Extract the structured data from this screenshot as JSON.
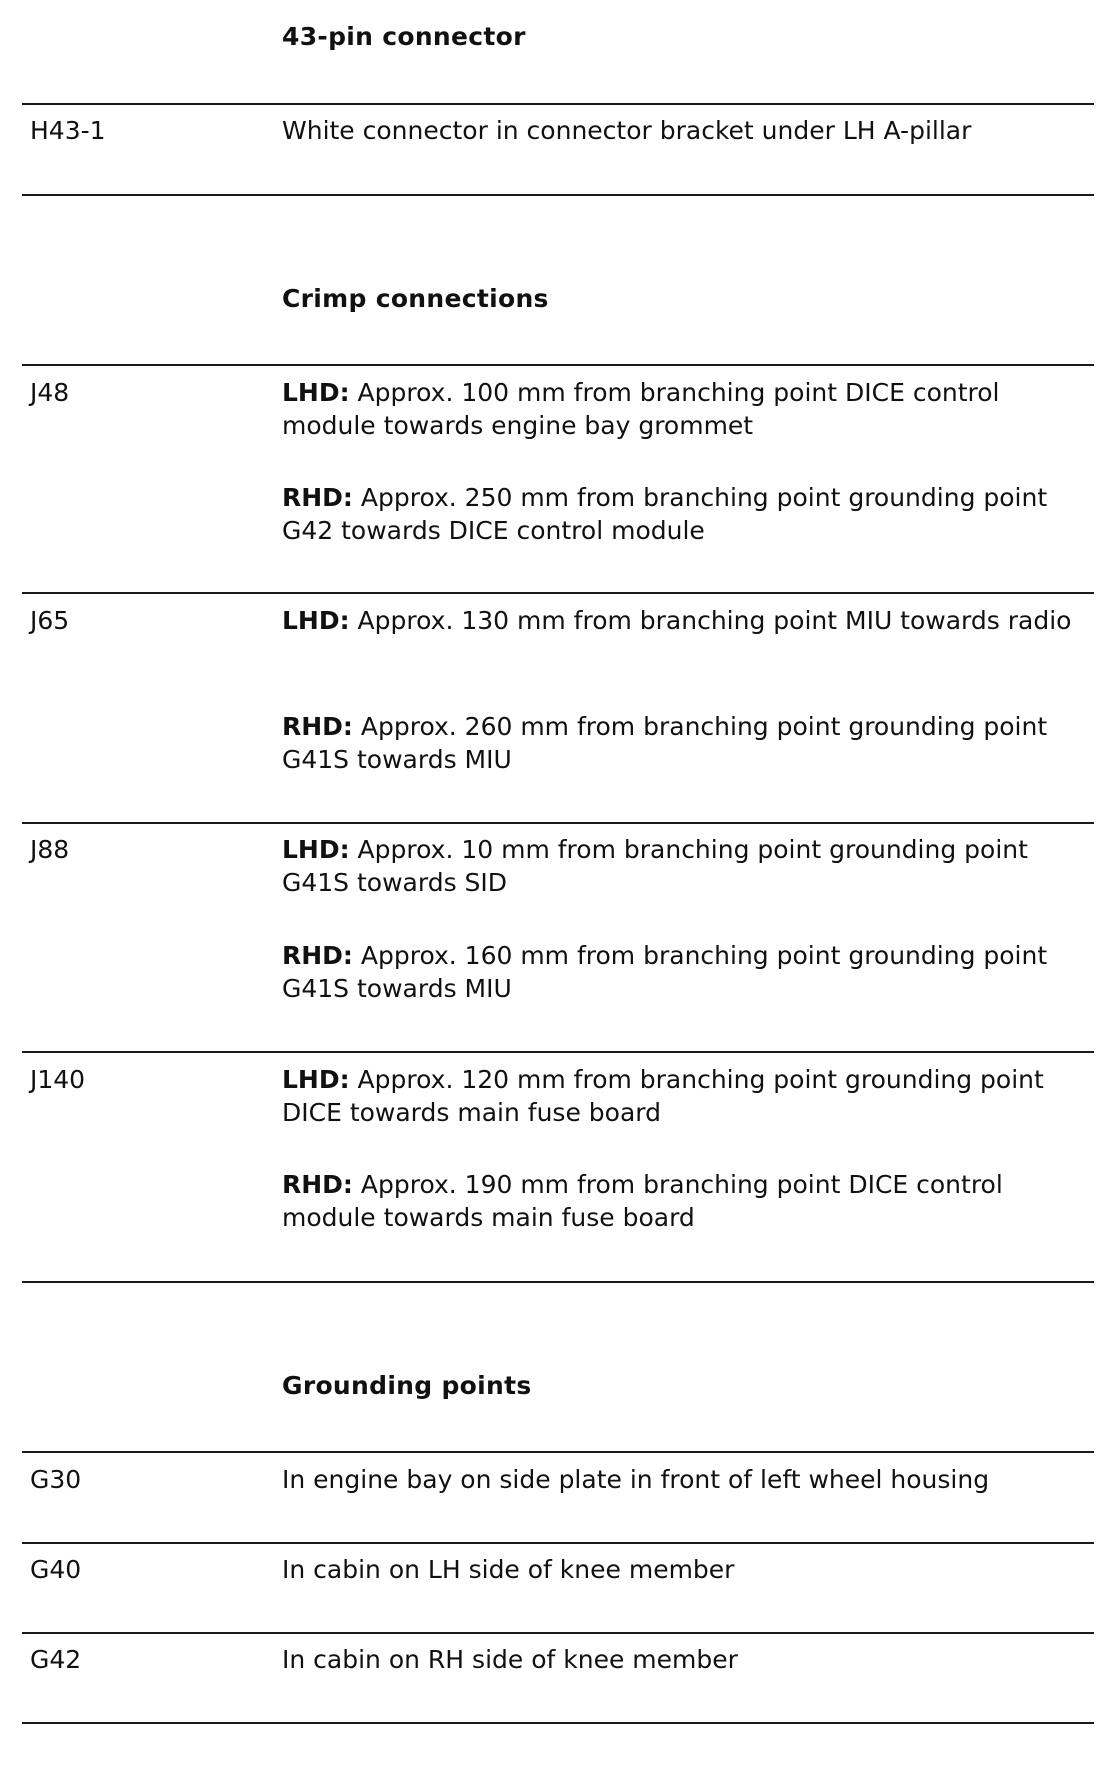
{
  "sections": {
    "connector": {
      "heading": "43-pin connector",
      "rows": [
        {
          "code": "H43-1",
          "text": "White connector in connector bracket under LH A-pillar"
        }
      ]
    },
    "crimp": {
      "heading": "Crimp connections",
      "rows": [
        {
          "code": "J48",
          "lhd_label": "LHD:",
          "lhd_text": " Approx. 100 mm from branching point DICE control module towards engine bay grommet",
          "rhd_label": "RHD:",
          "rhd_text": " Approx. 250 mm from branching point grounding point G42 towards DICE control module"
        },
        {
          "code": "J65",
          "lhd_label": "LHD:",
          "lhd_text": " Approx. 130 mm from branching point MIU towards radio",
          "rhd_label": "RHD:",
          "rhd_text": " Approx. 260 mm from branching point grounding point G41S towards MIU"
        },
        {
          "code": "J88",
          "lhd_label": "LHD:",
          "lhd_text": " Approx. 10 mm from branching point grounding point G41S towards SID",
          "rhd_label": "RHD:",
          "rhd_text": " Approx. 160 mm from branching point grounding point G41S towards MIU"
        },
        {
          "code": "J140",
          "lhd_label": "LHD:",
          "lhd_text": " Approx. 120 mm from branching point grounding point DICE towards main fuse board",
          "rhd_label": "RHD:",
          "rhd_text": " Approx. 190 mm from branching point DICE control module towards main fuse board"
        }
      ]
    },
    "grounding": {
      "heading": "Grounding points",
      "rows": [
        {
          "code": "G30",
          "text": "In engine bay on side plate in front of left wheel housing"
        },
        {
          "code": "G40",
          "text": "In cabin on LH side of knee member"
        },
        {
          "code": "G42",
          "text": "In cabin on RH side of knee member"
        }
      ]
    }
  }
}
